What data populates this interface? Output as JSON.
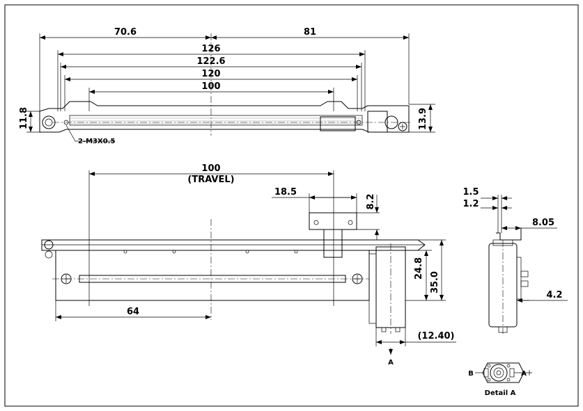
{
  "top_view": {
    "dim_left": "70.6",
    "dim_right": "81",
    "dim_126": "126",
    "dim_122_6": "122.6",
    "dim_120": "120",
    "dim_100": "100",
    "dim_height_left": "11.8",
    "dim_height_right": "13.9",
    "screw_note": "2-M3X0.5"
  },
  "front_view": {
    "travel_value": "100",
    "travel_label": "(TRAVEL)",
    "dim_18_5": "18.5",
    "dim_8_2": "8.2",
    "dim_24_8": "24.8",
    "dim_35_0": "35.0",
    "dim_64": "64",
    "dim_12_40": "(12.40)",
    "section_marker": "A"
  },
  "side_view": {
    "dim_1_5": "1.5",
    "dim_1_2": "1.2",
    "dim_8_05": "8.05",
    "dim_4_2": "4.2"
  },
  "detail": {
    "label_b": "B",
    "label_a": "A",
    "caption": "Detail A"
  }
}
